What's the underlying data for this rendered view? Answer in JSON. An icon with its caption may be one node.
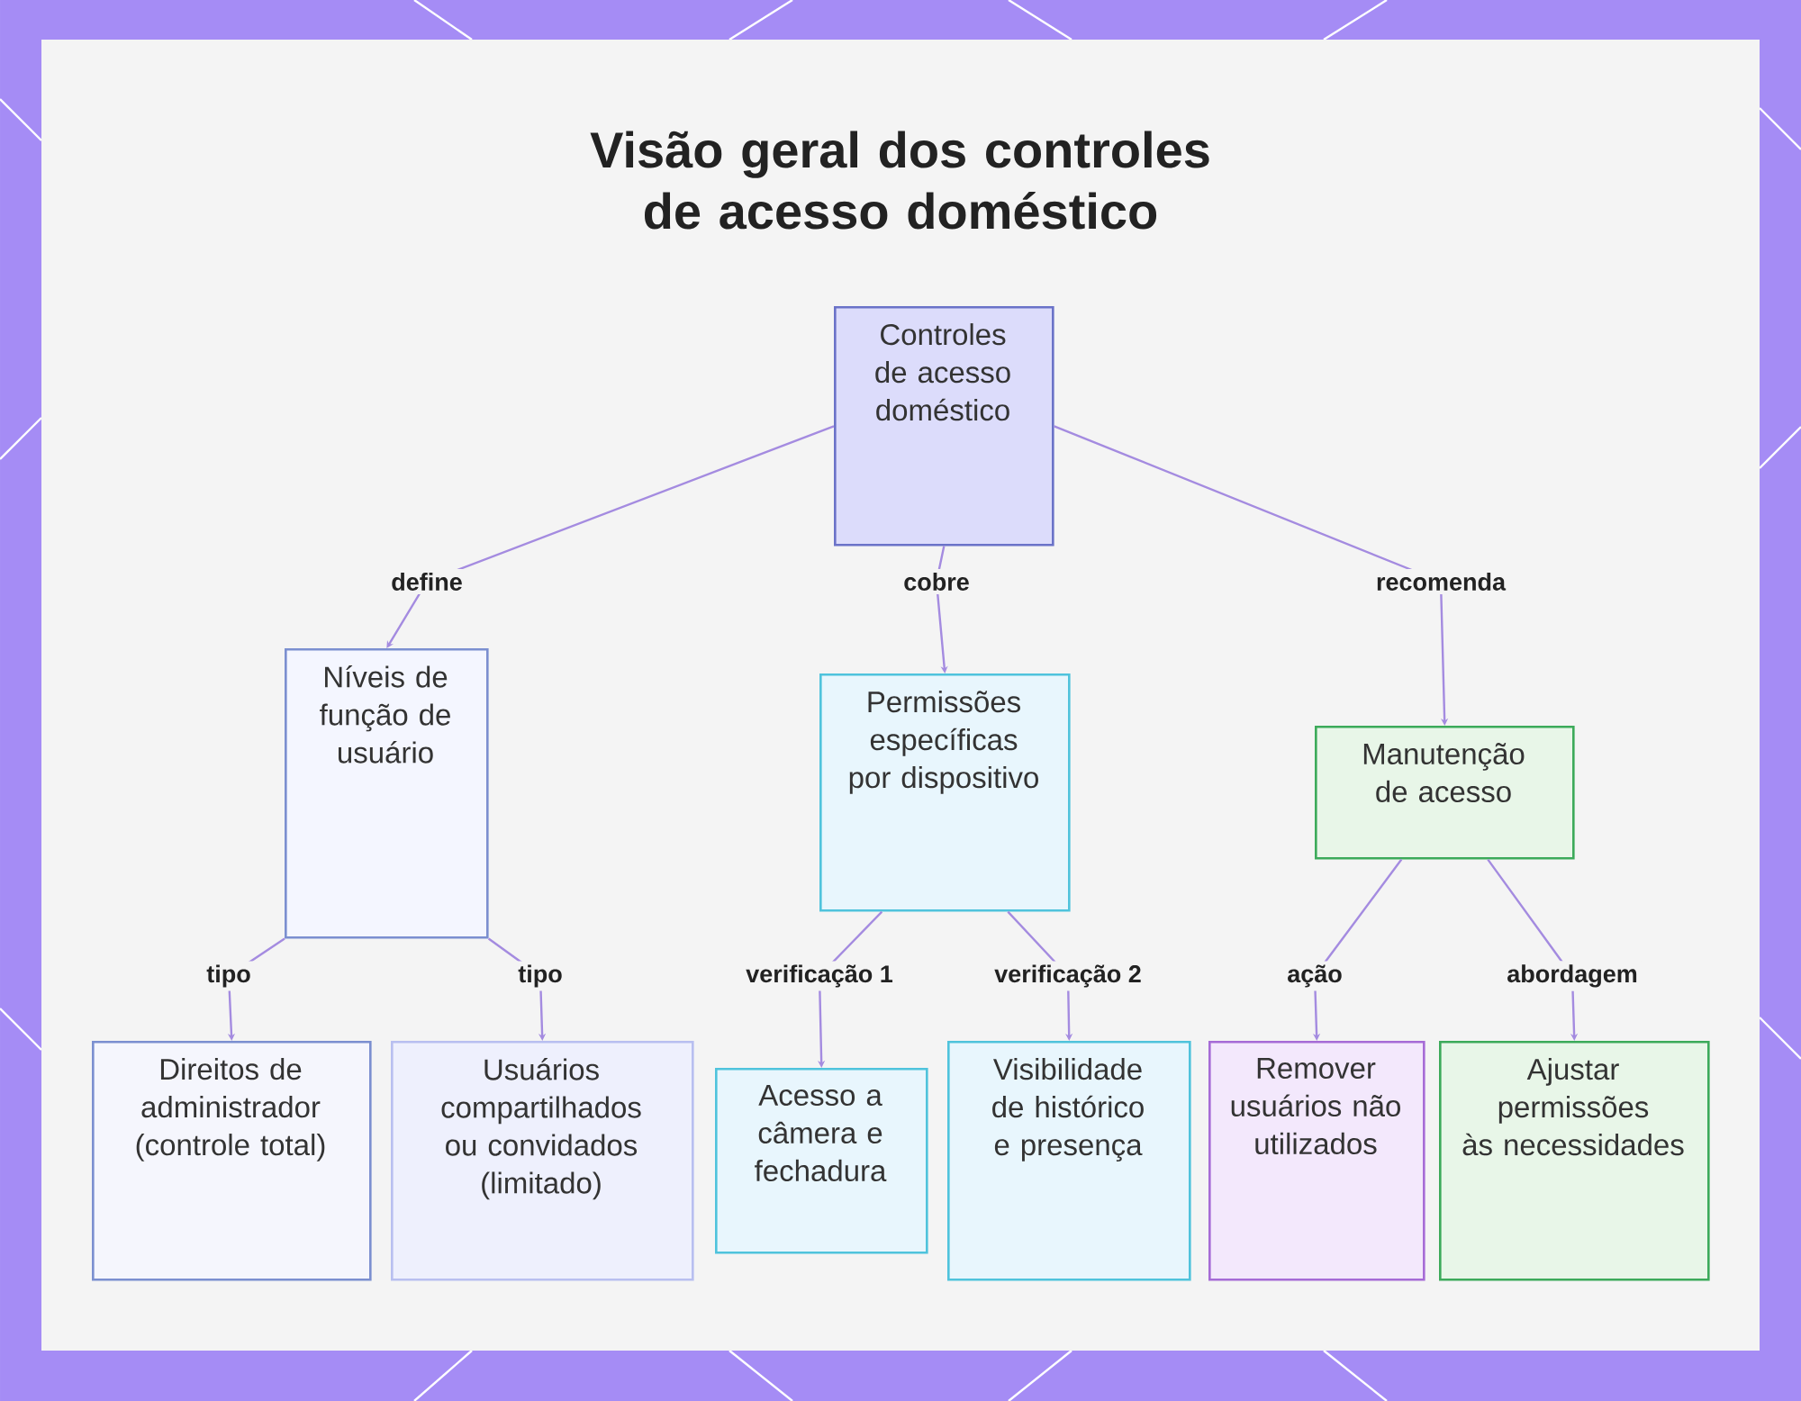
{
  "diagram": {
    "title": "Visão geral dos controles de acesso doméstico",
    "nodes": [
      {
        "text": [
          "Controles de acesso doméstico"
        ]
      },
      {
        "text": [
          "Níveis de função de usuário"
        ]
      },
      {
        "text": [
          "Permissões específicas por dispositivo"
        ]
      },
      {
        "text": [
          "Manutenção de acesso"
        ]
      },
      {
        "text": [
          "Direitos de administrador (controle total)"
        ]
      },
      {
        "text": [
          "Usuários compartilhados ou convidados (limitado)"
        ]
      },
      {
        "text": [
          "Acesso a câmera e fechadura"
        ]
      },
      {
        "text": [
          "Visibilidade de histórico e presença"
        ]
      },
      {
        "text": [
          "Remover usuários não utilizados"
        ]
      },
      {
        "text": [
          "Ajustar permissões às necessidades"
        ]
      }
    ],
    "edges": [
      {
        "from": 0,
        "to": 1,
        "arrow": "to",
        "label": "define"
      },
      {
        "from": 0,
        "to": 2,
        "arrow": "to",
        "label": "cobre"
      },
      {
        "from": 0,
        "to": 3,
        "arrow": "to",
        "label": "recomenda"
      },
      {
        "from": 1,
        "to": 4,
        "arrow": "to",
        "label": "tipo"
      },
      {
        "from": 1,
        "to": 5,
        "arrow": "to",
        "label": "tipo"
      },
      {
        "from": 2,
        "to": 6,
        "arrow": "to",
        "label": "verificação 1"
      },
      {
        "from": 2,
        "to": 7,
        "arrow": "to",
        "label": "verificação 2"
      },
      {
        "from": 3,
        "to": 8,
        "arrow": "to",
        "label": "ação"
      },
      {
        "from": 3,
        "to": 9,
        "arrow": "to",
        "label": "abordagem"
      }
    ]
  }
}
